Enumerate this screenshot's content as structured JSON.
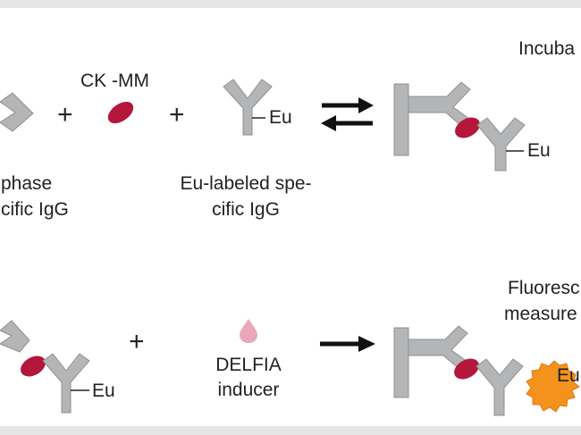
{
  "colors": {
    "antibody_fill": "#b2b4b6",
    "antibody_stroke": "#8c8e90",
    "antigen": "#b4163c",
    "inducer_drop": "#e9a7b9",
    "eu_burst": "#f3921d",
    "text": "#222222",
    "arrow": "#111111",
    "background": "#ffffff",
    "border": "#e6e6e6"
  },
  "top_row": {
    "solid_phase_label": [
      "phase",
      "cific IgG"
    ],
    "plus_1": "+",
    "antigen_label": "CK -MM",
    "plus_2": "+",
    "eu_tag": "Eu",
    "labeled_igg_label": [
      "Eu-labeled spe-",
      "cific IgG"
    ],
    "complex_eu_tag": "Eu",
    "step_label": "Incuba",
    "arrow": "reversible-equilibrium-arrows"
  },
  "bottom_row": {
    "complex_eu_tag": "Eu",
    "plus": "+",
    "inducer_label": [
      "DELFIA",
      "inducer"
    ],
    "arrow": "forward-reaction-arrow",
    "step_label": [
      "Fluoresc",
      "measure"
    ],
    "result_eu": "Eu"
  }
}
